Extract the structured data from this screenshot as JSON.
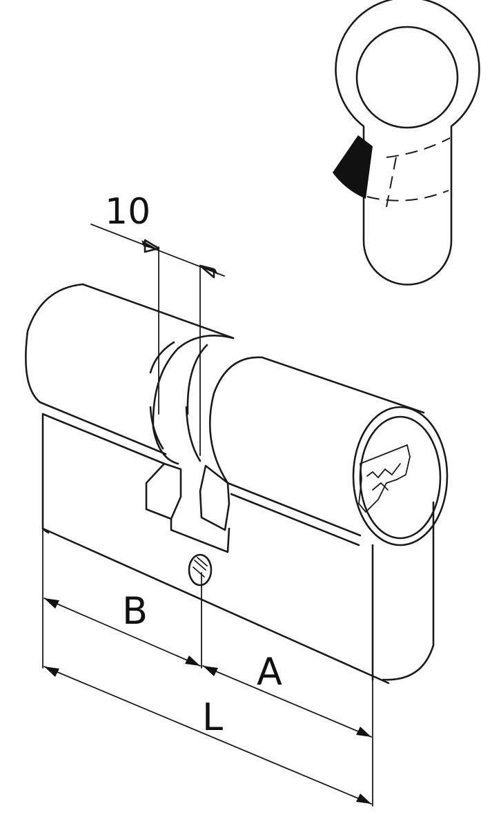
{
  "diagram": {
    "labels": {
      "cam_width": "10",
      "length_b": "B",
      "length_a": "A",
      "total_length": "L"
    }
  }
}
